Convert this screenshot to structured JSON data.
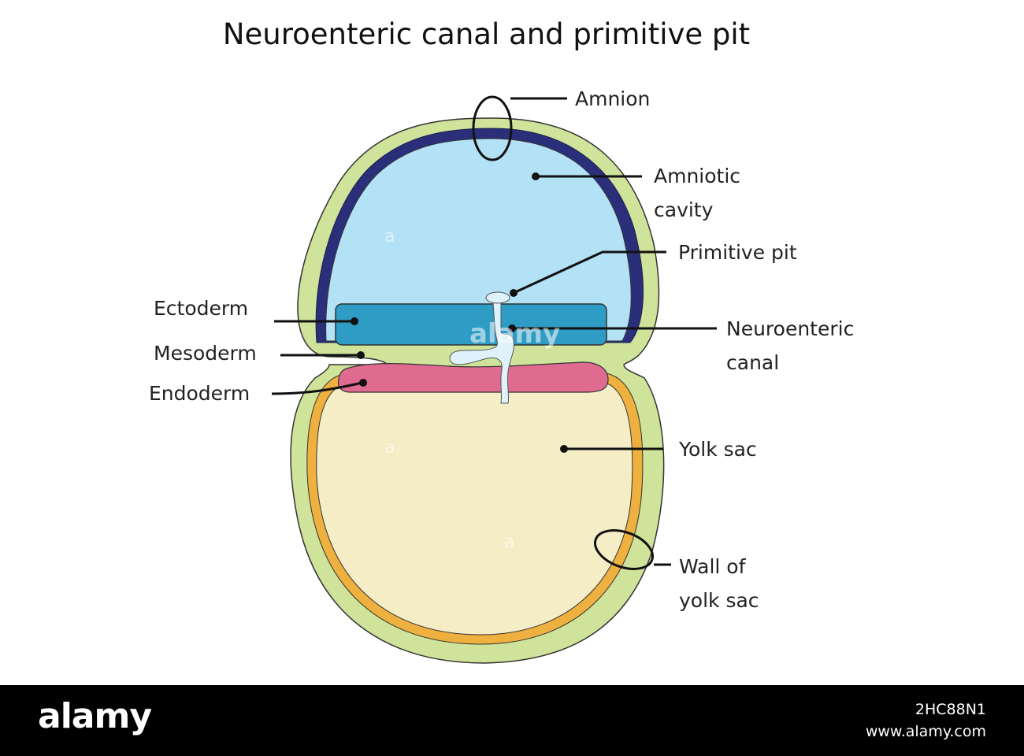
{
  "title": "Neuroenteric canal and primitive pit",
  "labels": {
    "amnion": "Amnion",
    "amniotic_cavity": [
      "Amniotic",
      "cavity"
    ],
    "primitive_pit": "Primitive pit",
    "ectoderm": "Ectoderm",
    "neuroenteric_canal": [
      "Neuroenteric",
      "canal"
    ],
    "mesoderm": "Mesoderm",
    "endoderm": "Endoderm",
    "yolk_sac": "Yolk sac",
    "wall_of_yolk_sac": [
      "Wall of",
      "yolk sac"
    ]
  },
  "watermark": {
    "brand": "alamy",
    "image_id": "2HC88N1",
    "url": "www.alamy.com",
    "overlay_letter": "a"
  },
  "colors": {
    "outer_layer": "#cfe39a",
    "amnion_wall": "#2b2f7a",
    "amniotic_cavity": "#b3e1f6",
    "ectoderm": "#2e9cc4",
    "mesoderm": "#cfe39a",
    "endoderm": "#e06b90",
    "yolk_sac": "#f4edc6",
    "yolk_sac_wall": "#eeb03f",
    "canal": "#dff2fb",
    "footer": "#000000"
  }
}
